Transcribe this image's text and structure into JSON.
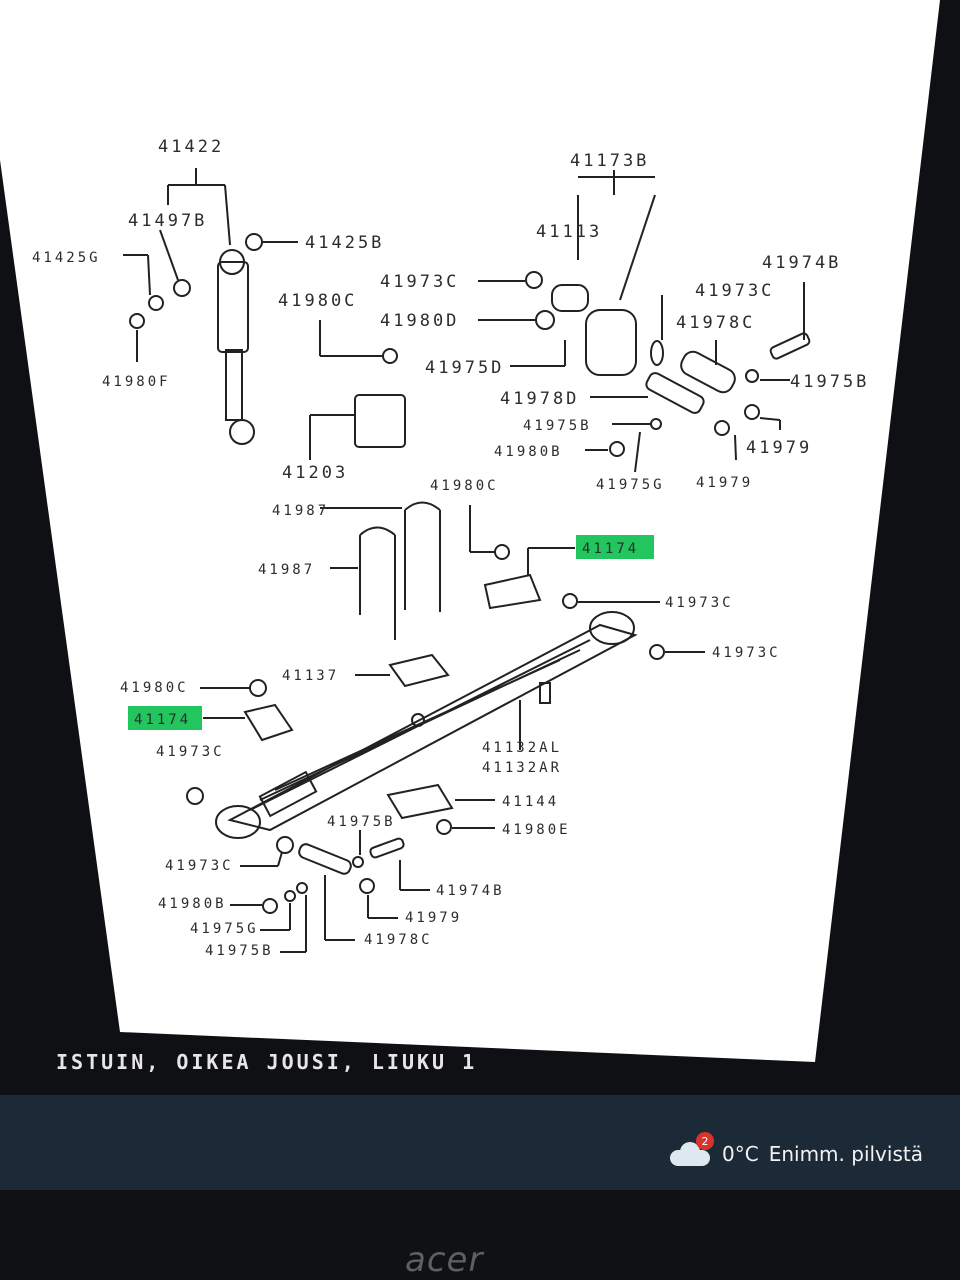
{
  "diagram": {
    "part_labels": {
      "p41422": "41422",
      "p41497B": "41497B",
      "p41425G": "41425G",
      "p41425B": "41425B",
      "p41980F": "41980F",
      "p41980C_a": "41980C",
      "p41203": "41203",
      "p41173B": "41173B",
      "p41113": "41113",
      "p41973C_a": "41973C",
      "p41980D_a": "41980D",
      "p41975D": "41975D",
      "p41973C_b": "41973C",
      "p41978C_a": "41978C",
      "p41974B_a": "41974B",
      "p41975B_a": "41975B",
      "p41978D": "41978D",
      "p41975B_b": "41975B",
      "p41980B_a": "41980B",
      "p41975G": "41975G",
      "p41979_a": "41979",
      "p41979_b": "41979",
      "p41987_a": "41987",
      "p41987_b": "41987",
      "p41980C_b": "41980C",
      "p41174_a": "41174",
      "p41973C_c": "41973C",
      "p41973C_d": "41973C",
      "p41137": "41137",
      "p41980C_c": "41980C",
      "p41174_b": "41174",
      "p41973C_e": "41973C",
      "p41132AL": "41132AL",
      "p41132AR": "41132AR",
      "p41144": "41144",
      "p41980E": "41980E",
      "p41975B_c": "41975B",
      "p41973C_f": "41973C",
      "p41974B_b": "41974B",
      "p41980B_b": "41980B",
      "p41979_c": "41979",
      "p41975G_b": "41975G",
      "p41978C_b": "41978C",
      "p41975B_d": "41975B"
    }
  },
  "caption": "ISTUIN, OIKEA JOUSI, LIUKU 1",
  "taskbar": {
    "weather_badge": "2",
    "temperature": "0°C",
    "condition": "Enimm. pilvistä"
  },
  "monitor": {
    "brand": "acer"
  },
  "colors": {
    "highlight": "#22c55e",
    "taskbar": "#1c2a38"
  }
}
